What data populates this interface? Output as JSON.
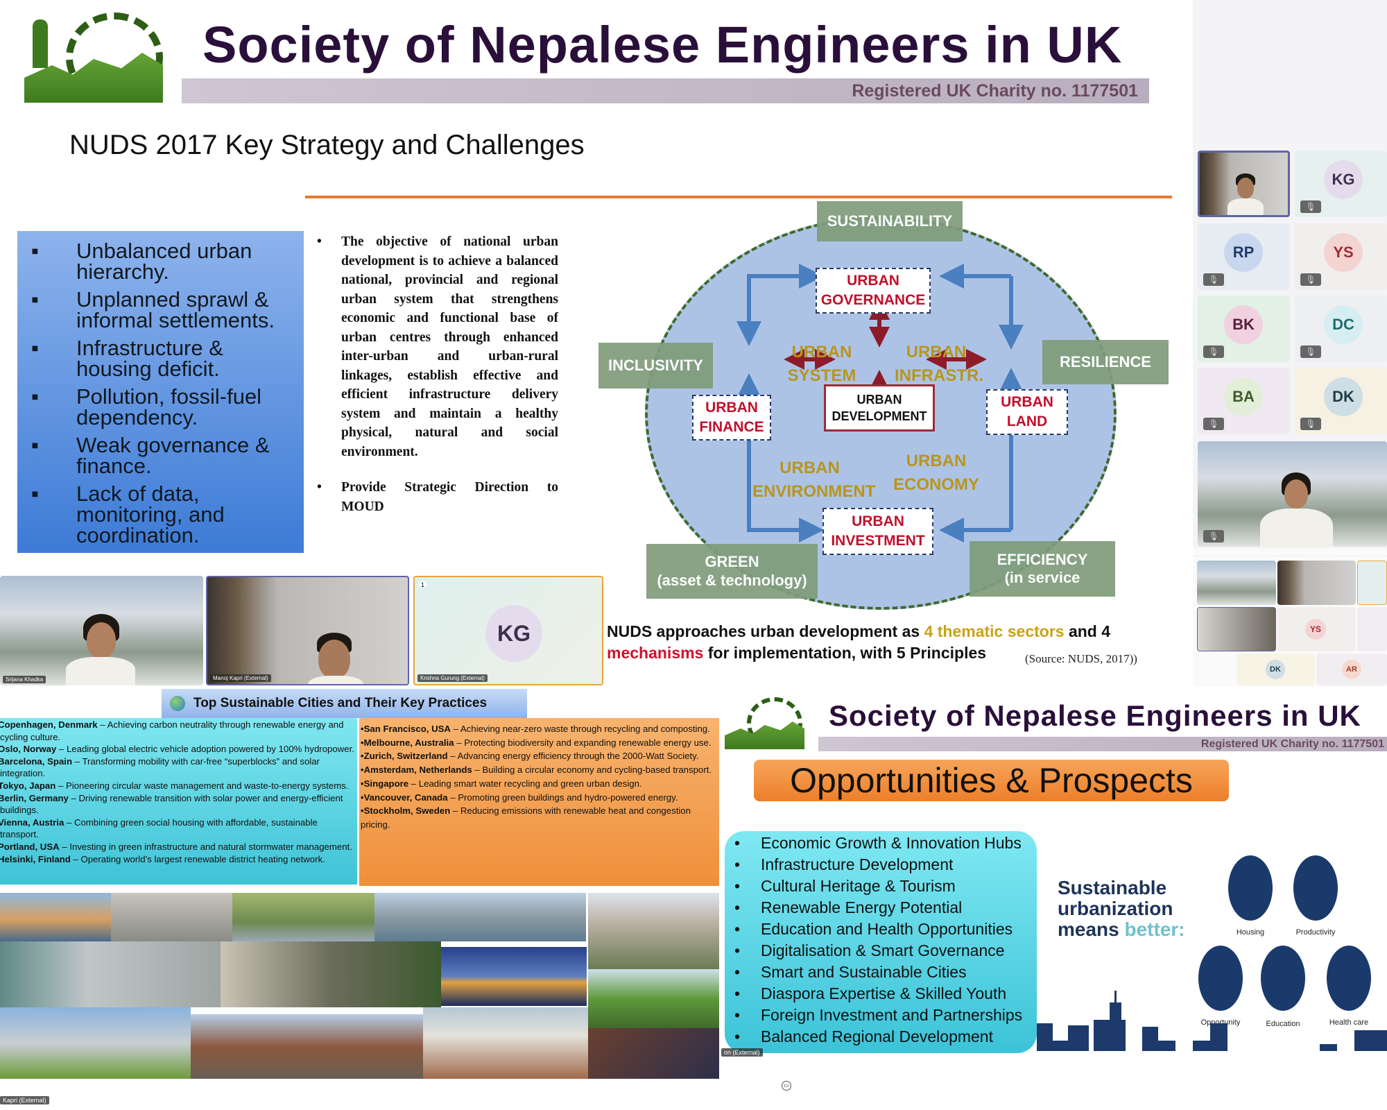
{
  "top_slide": {
    "org_title": "Society of Nepalese Engineers in UK",
    "charity": "Registered UK Charity no. 1177501",
    "slide_title": "NUDS 2017 Key Strategy and Challenges",
    "challenges": [
      "Unbalanced urban hierarchy.",
      "Unplanned sprawl & informal settlements.",
      "Infrastructure & housing deficit.",
      "Pollution, fossil-fuel dependency.",
      "Weak governance & finance.",
      "Lack of data, monitoring, and coordination."
    ],
    "objective": "The objective of national urban development is to achieve a balanced national, provincial and regional urban system that strengthens economic and functional base of urban centres through enhanced inter-urban and urban-rural linkages, establish effective and efficient infrastructure delivery system and maintain a healthy physical, natural and social environment.",
    "direction": "Provide Strategic Direction to MOUD",
    "diagram": {
      "principles": {
        "sustainability": "SUSTAINABILITY",
        "inclusivity": "INCLUSIVITY",
        "resilience": "RESILIENCE",
        "green_1": "GREEN",
        "green_2": "(asset & technology)",
        "efficiency_1": "EFFICIENCY",
        "efficiency_2": "(in service"
      },
      "mechanisms": {
        "governance": "URBAN GOVERNANCE",
        "finance": "URBAN FINANCE",
        "land": "URBAN LAND",
        "investment": "URBAN INVESTMENT"
      },
      "center": "URBAN DEVELOPMENT",
      "sectors": {
        "system": "URBAN SYSTEM",
        "infra": "URBAN INFRASTR.",
        "environment": "URBAN ENVIRONMENT",
        "economy": "URBAN ECONOMY"
      }
    },
    "caption": {
      "p1": "NUDS approaches urban development as ",
      "p2": "4 thematic sectors",
      "p3": " and 4",
      "p4": "mechanisms",
      "p5": " for implementation, with 5 Principles"
    },
    "source": "(Source:  NUDS, 2017))"
  },
  "video_strip": [
    {
      "name": "Srijana Khadka"
    },
    {
      "name": "Manoj Kapri (External)"
    },
    {
      "name": "Krishna Gurung (External)",
      "initials": "KG",
      "badge": "1"
    }
  ],
  "gallery": {
    "tiles": [
      {
        "initials": "KG",
        "muted": true
      },
      {
        "initials": "RP",
        "muted": true
      },
      {
        "initials": "YS",
        "muted": true
      },
      {
        "initials": "BK",
        "muted": true
      },
      {
        "initials": "DC",
        "muted": true
      },
      {
        "initials": "BA",
        "muted": true
      },
      {
        "initials": "DK",
        "muted": true
      }
    ],
    "mini": {
      "ys": "YS",
      "dk": "DK",
      "ar": "AR"
    }
  },
  "cities_slide": {
    "title": "Top Sustainable Cities and Their Key Practices",
    "left": [
      {
        "city": "Copenhagen, Denmark",
        "practice": " – Achieving carbon neutrality through renewable energy and cycling culture."
      },
      {
        "city": "Oslo, Norway",
        "practice": " – Leading global electric vehicle adoption powered by 100% hydropower."
      },
      {
        "city": "Barcelona, Spain",
        "practice": " – Transforming mobility with car-free “superblocks” and solar integration."
      },
      {
        "city": "Tokyo, Japan",
        "practice": " – Pioneering circular waste management and waste-to-energy systems."
      },
      {
        "city": "Berlin, Germany",
        "practice": " – Driving renewable transition with solar power and energy-efficient buildings."
      },
      {
        "city": "Vienna, Austria",
        "practice": " – Combining green social housing with affordable, sustainable transport."
      },
      {
        "city": "Portland, USA",
        "practice": " – Investing in green infrastructure and natural stormwater management."
      },
      {
        "city": "Helsinki, Finland",
        "practice": " – Operating world’s largest renewable district heating network."
      }
    ],
    "right": [
      {
        "city": "•San Francisco, USA",
        "practice": " – Achieving near-zero waste through recycling and composting."
      },
      {
        "city": "•Melbourne, Australia",
        "practice": " – Protecting biodiversity and expanding renewable energy use."
      },
      {
        "city": "•Zurich, Switzerland",
        "practice": " – Advancing energy efficiency through the 2000-Watt Society."
      },
      {
        "city": "•Amsterdam, Netherlands",
        "practice": " – Building a circular economy and cycling-based transport."
      },
      {
        "city": "•Singapore",
        "practice": " – Leading smart water recycling and green urban design."
      },
      {
        "city": "•Vancouver, Canada",
        "practice": " – Promoting green buildings and hydro-powered energy."
      },
      {
        "city": "•Stockholm, Sweden",
        "practice": " – Reducing emissions with renewable heat and congestion pricing."
      }
    ],
    "presenter_chip": "Kapri (External)"
  },
  "opp_slide": {
    "org_title": "Society of Nepalese Engineers in UK",
    "charity": "Registered UK Charity no. 1177501",
    "title": "Opportunities & Prospects",
    "items": [
      "Economic Growth & Innovation Hubs",
      "Infrastructure Development",
      "Cultural Heritage & Tourism",
      "Renewable Energy Potential",
      "Education and Health Opportunities",
      "Digitalisation & Smart Governance",
      "Smart and Sustainable Cities",
      "Diaspora Expertise & Skilled Youth",
      "Foreign Investment and Partnerships",
      "Balanced Regional Development"
    ],
    "tagline_1": "Sustainable",
    "tagline_2": "urbanization",
    "tagline_3": "means ",
    "tagline_4": "better:",
    "icons": [
      "Housing",
      "Productivity",
      "Opportunity",
      "Education",
      "Health care"
    ],
    "chip": "on (External)"
  },
  "colors": {
    "accent_orange": "#e8782e",
    "theme_gold": "#b8951c",
    "mechanism_red": "#c0102c",
    "principle_green": "#7f9c7a",
    "diagram_blue": "#adc3e6"
  }
}
